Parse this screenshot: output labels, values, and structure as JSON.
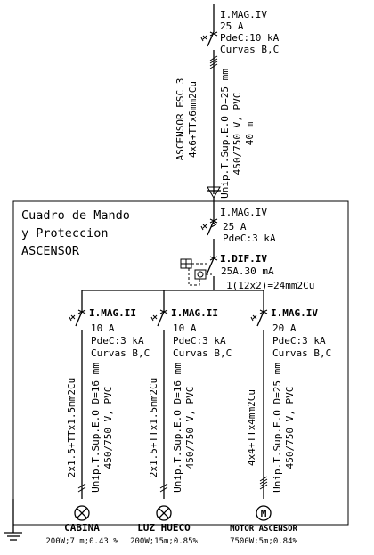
{
  "feeder": {
    "breaker": [
      "I.MAG.IV",
      "25 A",
      "PdeC:10 kA",
      "Curvas B,C"
    ],
    "line_name": [
      "ASCENSOR ESC 3",
      "4x6+TTx6mm2Cu"
    ],
    "cable": [
      "Unip.T.Sup.E.O D=25 mm",
      "450/750 V, PVC",
      "40 m"
    ]
  },
  "panel": {
    "title": [
      "Cuadro de Mando",
      "y Proteccion",
      "ASCENSOR"
    ],
    "main_breaker": [
      "I.MAG.IV",
      "25 A",
      "PdeC:3 kA"
    ],
    "rcd": [
      "I.DIF.IV",
      "25A.30 mA"
    ],
    "busbar": "1(12x2)=24mm2Cu"
  },
  "circuits": [
    {
      "breaker": [
        "I.MAG.II",
        "10 A",
        "PdeC:3 kA",
        "Curvas B,C"
      ],
      "cable_section": "2x1.5+TTx1.5mm2Cu",
      "cable": [
        "Unip.T.Sup.E.O D=16 mm",
        "450/750 V, PVC"
      ],
      "load_name": "CABINA",
      "load_data": "200W;7 m;0.43 %",
      "load_symbol": "lamp"
    },
    {
      "breaker": [
        "I.MAG.II",
        "10 A",
        "PdeC:3 kA",
        "Curvas B,C"
      ],
      "cable_section": "2x1.5+TTx1.5mm2Cu",
      "cable": [
        "Unip.T.Sup.E.O D=16 mm",
        "450/750 V, PVC"
      ],
      "load_name": "LUZ HUECO",
      "load_data": "200W;15m;0.85%",
      "load_symbol": "lamp"
    },
    {
      "breaker": [
        "I.MAG.IV",
        "20 A",
        "PdeC:3 kA",
        "Curvas B,C"
      ],
      "cable_section": "4x4+TTx4mm2Cu",
      "cable": [
        "Unip.T.Sup.E.O D=25 mm",
        "450/750 V, PVC"
      ],
      "load_name": "MOTOR ASCENSOR",
      "load_data": "7500W;5m;0.84%",
      "load_symbol": "motor",
      "motor_letter": "M"
    }
  ]
}
